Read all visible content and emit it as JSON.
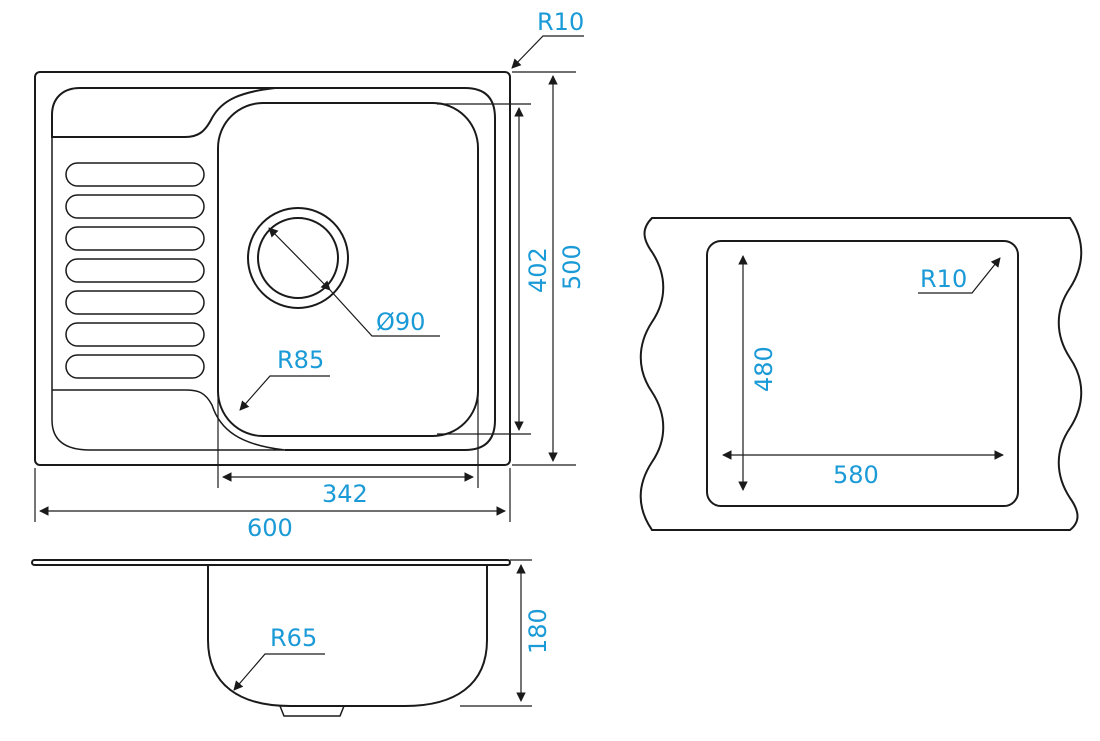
{
  "labels": {
    "r10_top": "R10",
    "dim_402": "402",
    "dim_500": "500",
    "dim_d90": "Ø90",
    "r85": "R85",
    "dim_342": "342",
    "dim_600": "600",
    "r65": "R65",
    "dim_180": "180",
    "dim_480": "480",
    "r10_cutout": "R10",
    "dim_580": "580"
  },
  "colors": {
    "dimension_text": "#1a9ad6",
    "line": "#1a1a1a"
  }
}
